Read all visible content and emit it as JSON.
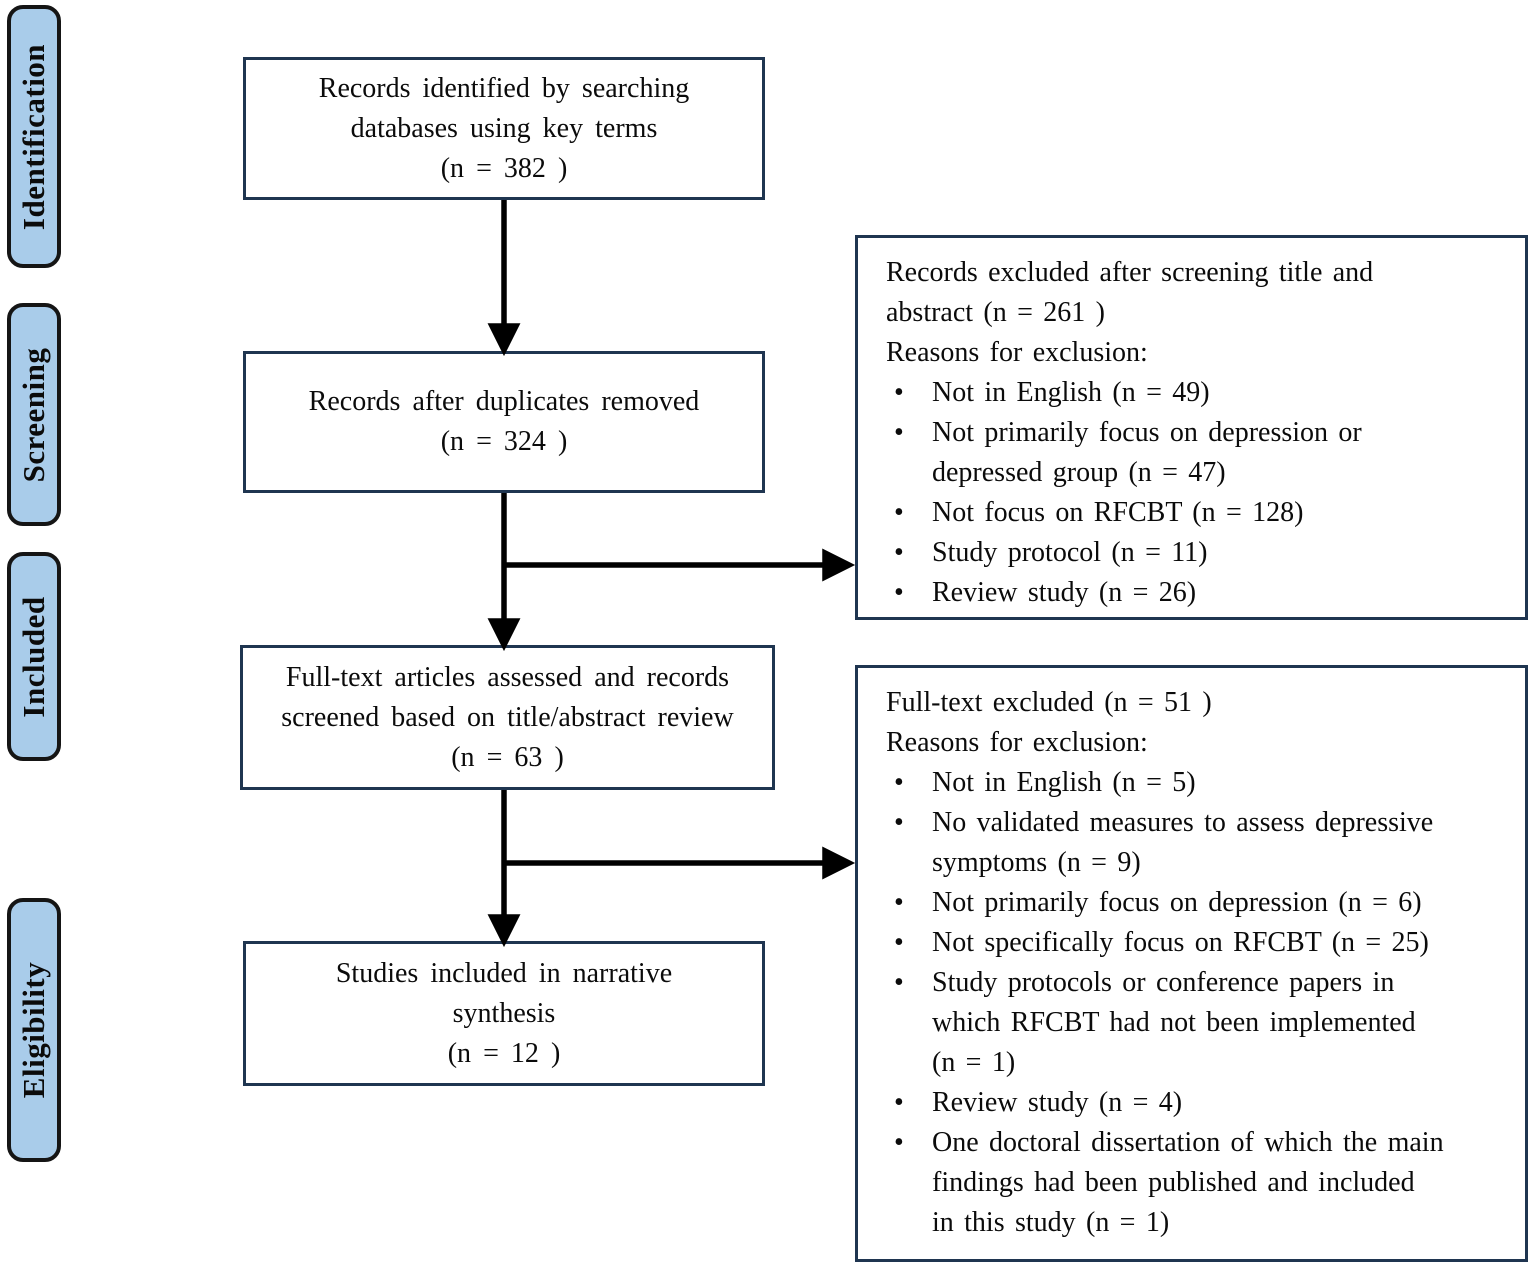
{
  "title": "Study selection flow diagram",
  "ui": {
    "bullet": "•"
  },
  "colors": {
    "stage_fill": "#A9CCEA",
    "stage_border": "#151515",
    "box_border": "#1F3550",
    "arrow": "#000000",
    "page_bg": "#FFFFFF"
  },
  "stages": [
    {
      "label": "Identification"
    },
    {
      "label": "Screening"
    },
    {
      "label": "Included"
    },
    {
      "label": "Eligibility"
    }
  ],
  "boxes": {
    "identified": {
      "lines": [
        "Records identified by searching",
        "databases using key terms",
        "(n = 382 )"
      ]
    },
    "deduplicated": {
      "lines": [
        "Records after duplicates removed",
        "(n = 324 )"
      ]
    },
    "fulltext_assessed": {
      "lines": [
        "Full-text articles assessed and records",
        "screened based on title/abstract review",
        "(n = 63 )"
      ]
    },
    "included": {
      "lines": [
        "Studies included in narrative",
        "synthesis",
        "(n = 12 )"
      ]
    }
  },
  "exclusions": {
    "screening": {
      "title_lines": [
        "Records excluded after screening title and",
        "abstract (n = 261 )"
      ],
      "reasons_label": "Reasons for exclusion:",
      "reasons": [
        [
          "Not in English (n = 49)"
        ],
        [
          "Not primarily focus on depression or",
          "depressed group (n = 47)"
        ],
        [
          "Not focus on RFCBT (n = 128)"
        ],
        [
          "Study protocol (n = 11)"
        ],
        [
          "Review study (n = 26)"
        ]
      ]
    },
    "fulltext": {
      "title_lines": [
        "Full-text excluded (n = 51 )"
      ],
      "reasons_label": "Reasons for exclusion:",
      "reasons": [
        [
          "Not in English (n = 5)"
        ],
        [
          "No validated measures to assess depressive",
          "symptoms (n = 9)"
        ],
        [
          "Not primarily focus on depression (n = 6)"
        ],
        [
          "Not specifically focus on RFCBT (n = 25)"
        ],
        [
          "Study protocols or conference papers in",
          "which RFCBT had not been implemented",
          "(n = 1)"
        ],
        [
          "Review study (n = 4)"
        ],
        [
          "One doctoral dissertation of which the main",
          "findings had been published and included",
          "in this study (n = 1)"
        ]
      ]
    }
  }
}
